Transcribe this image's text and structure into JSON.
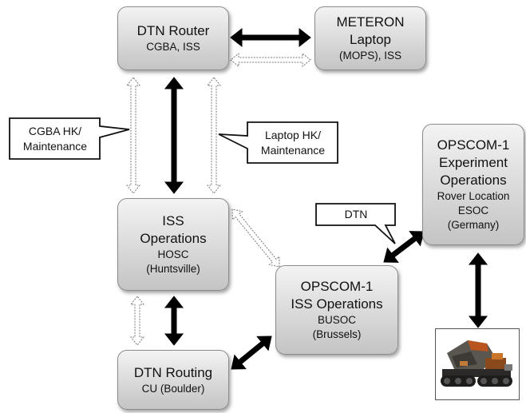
{
  "nodes": {
    "dtn_router": {
      "title": "DTN Router",
      "sub": "CGBA, ISS"
    },
    "meteron": {
      "title1": "METERON",
      "title2": "Laptop",
      "sub": "(MOPS), ISS"
    },
    "iss_ops": {
      "title1": "ISS",
      "title2": "Operations",
      "sub1": "HOSC",
      "sub2": "(Huntsville)"
    },
    "dtn_routing": {
      "title": "DTN Routing",
      "sub": "CU (Boulder)"
    },
    "opscom_iss": {
      "title1": "OPSCOM-1",
      "title2": "ISS Operations",
      "sub1": "BUSOC",
      "sub2": "(Brussels)"
    },
    "opscom_exp": {
      "title1": "OPSCOM-1",
      "title2": "Experiment",
      "title3": "Operations",
      "sub1": "Rover Location",
      "sub2": "ESOC",
      "sub3": "(Germany)"
    }
  },
  "callouts": {
    "cgba": {
      "line1": "CGBA HK/",
      "line2": "Maintenance"
    },
    "laptop": {
      "line1": "Laptop HK/",
      "line2": "Maintenance"
    },
    "dtn": {
      "text": "DTN"
    }
  },
  "colors": {
    "link": "#000000",
    "link_secondary": "#ffffff",
    "box_border": "#8c8c8c"
  },
  "image": {
    "subject": "rover-photo"
  }
}
